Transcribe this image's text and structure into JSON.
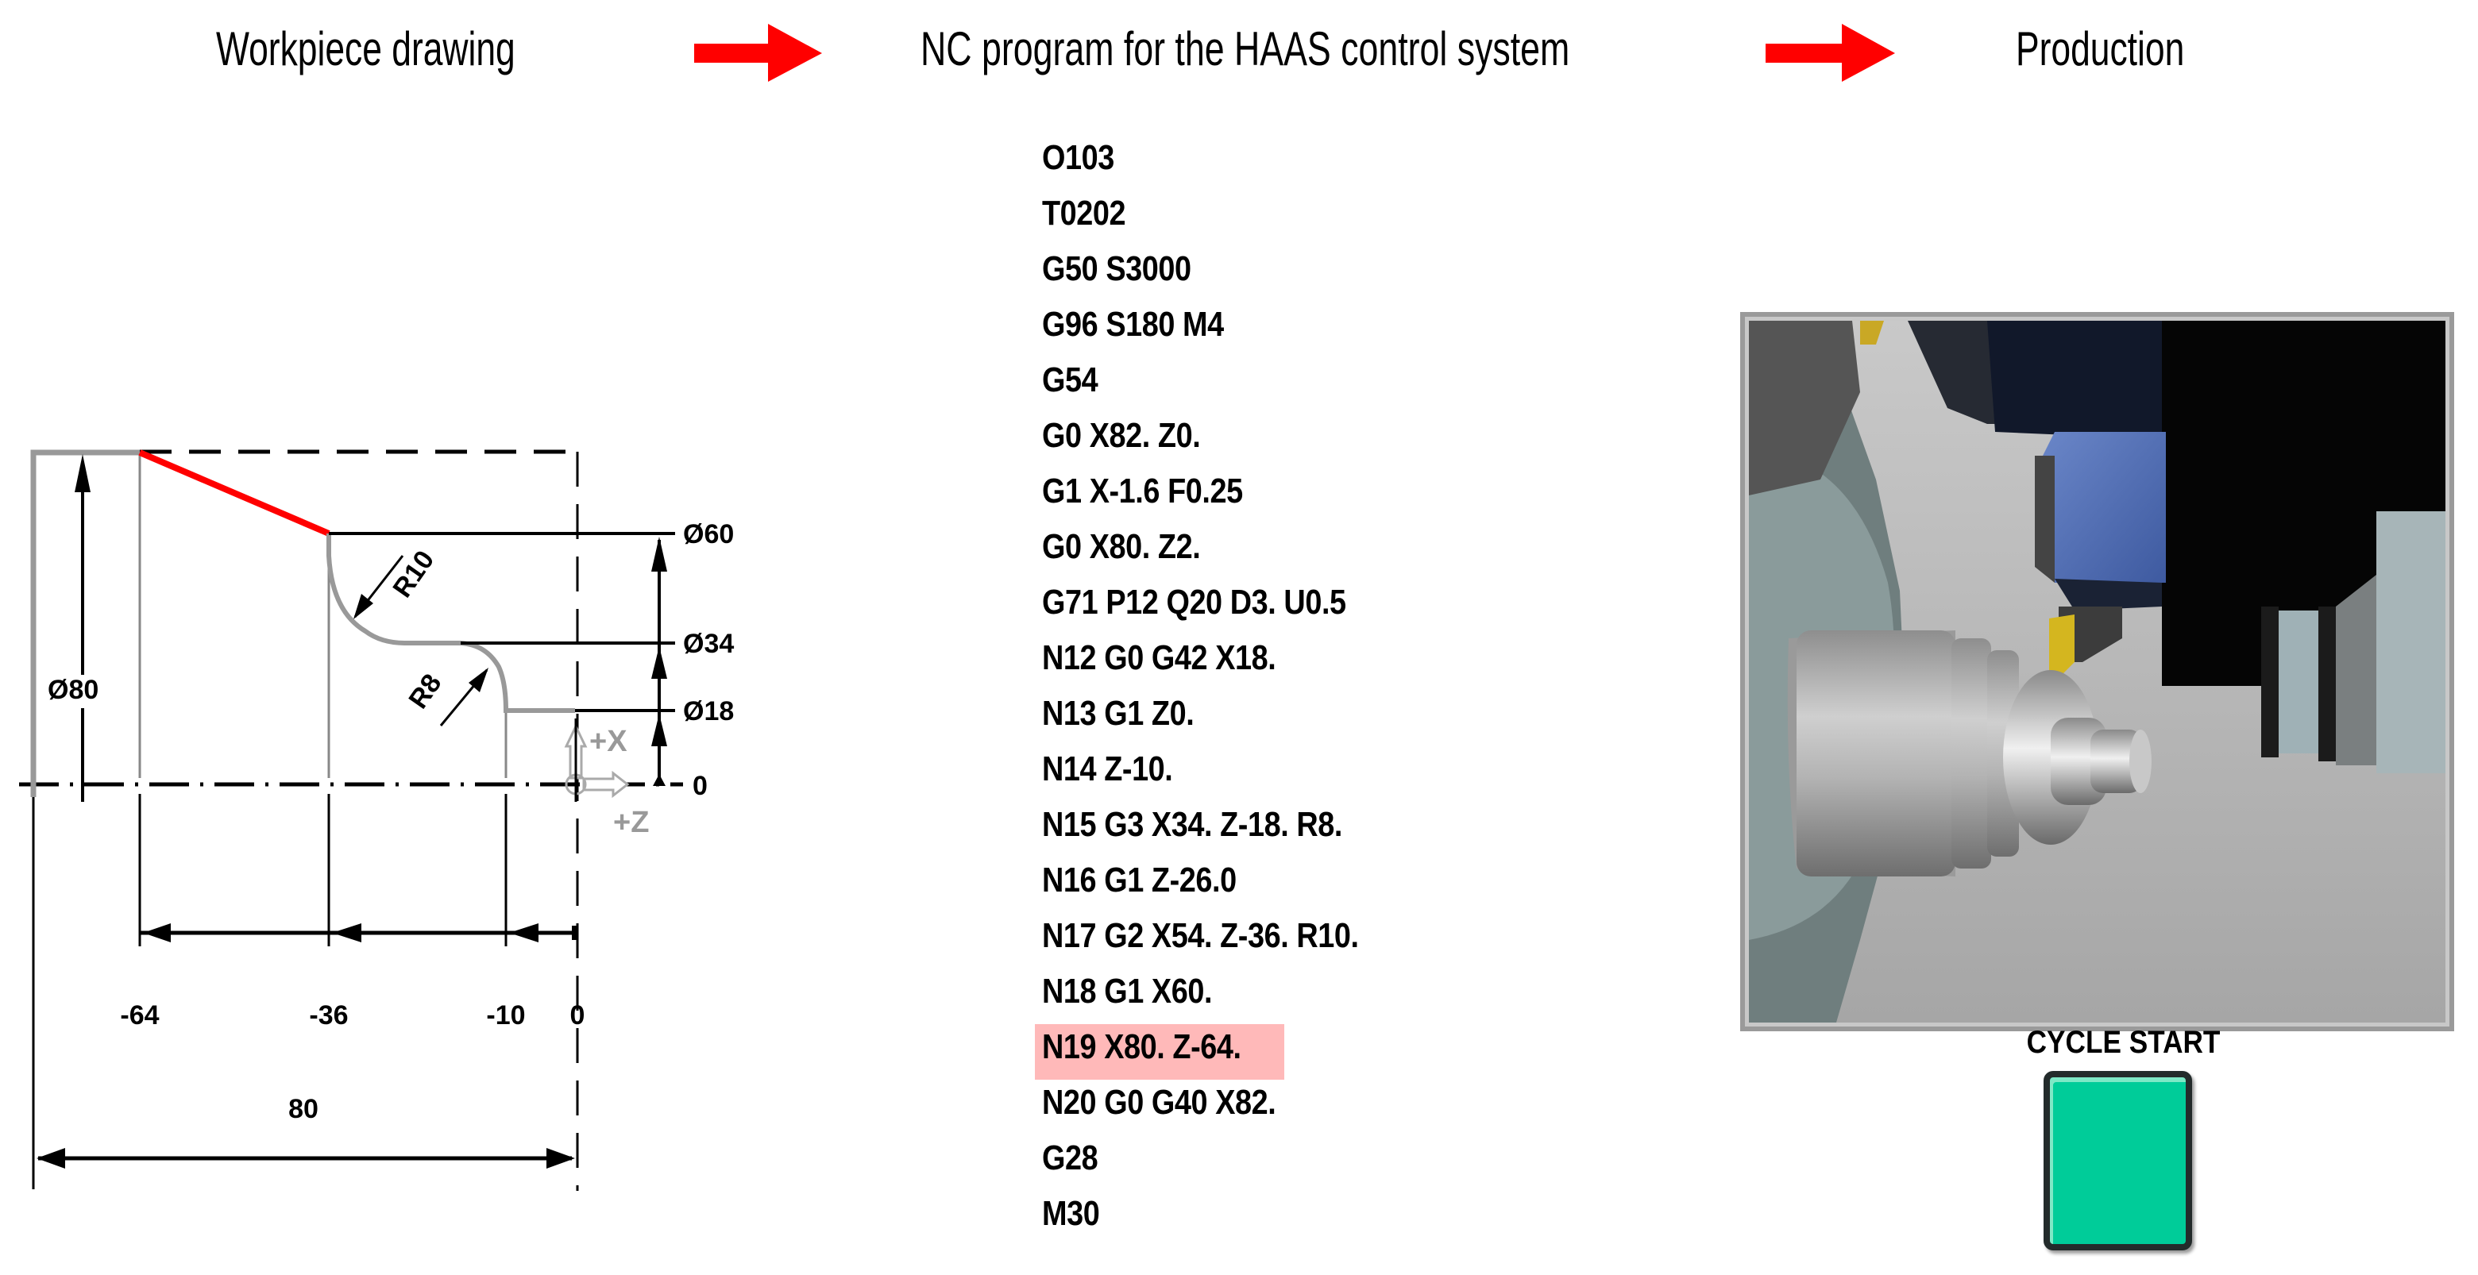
{
  "header": {
    "step1": "Workpiece drawing",
    "step2": "NC program for the HAAS control system",
    "step3": "Production",
    "arrow_icon": "right-arrow-icon",
    "arrow_color": "#ff0000"
  },
  "drawing": {
    "diameter_labels": [
      "Ø80",
      "Ø60",
      "Ø34",
      "Ø18",
      "0"
    ],
    "radius_labels": [
      "R10",
      "R8"
    ],
    "z_labels": [
      "-64",
      "-36",
      "-10",
      "0"
    ],
    "length_label": "80",
    "axis_labels": {
      "x": "+X",
      "z": "+Z"
    },
    "highlight_color": "#ff0000",
    "contour_color": "#999999"
  },
  "nc_program": {
    "lines": [
      "O103",
      "T0202",
      "G50 S3000",
      "G96 S180 M4",
      "G54",
      "G0 X82. Z0.",
      "G1 X-1.6 F0.25",
      "G0 X80. Z2.",
      "G71 P12 Q20 D3. U0.5",
      "N12 G0 G42 X18.",
      "N13 G1 Z0.",
      "N14 Z-10.",
      "N15 G3 X34. Z-18. R8.",
      "N16 G1 Z-26.0",
      "N17 G2 X54. Z-36. R10.",
      "N18 G1 X60.",
      "N19 X80. Z-64.",
      "N20 G0 G40 X82.",
      "G28",
      "M30"
    ],
    "highlighted_index": 16,
    "highlight_color": "#ffb9b9"
  },
  "production": {
    "viewport_icon": "lathe-simulation-image",
    "cycle_start_label": "CYCLE START",
    "cycle_start_color": "#00cc99"
  }
}
